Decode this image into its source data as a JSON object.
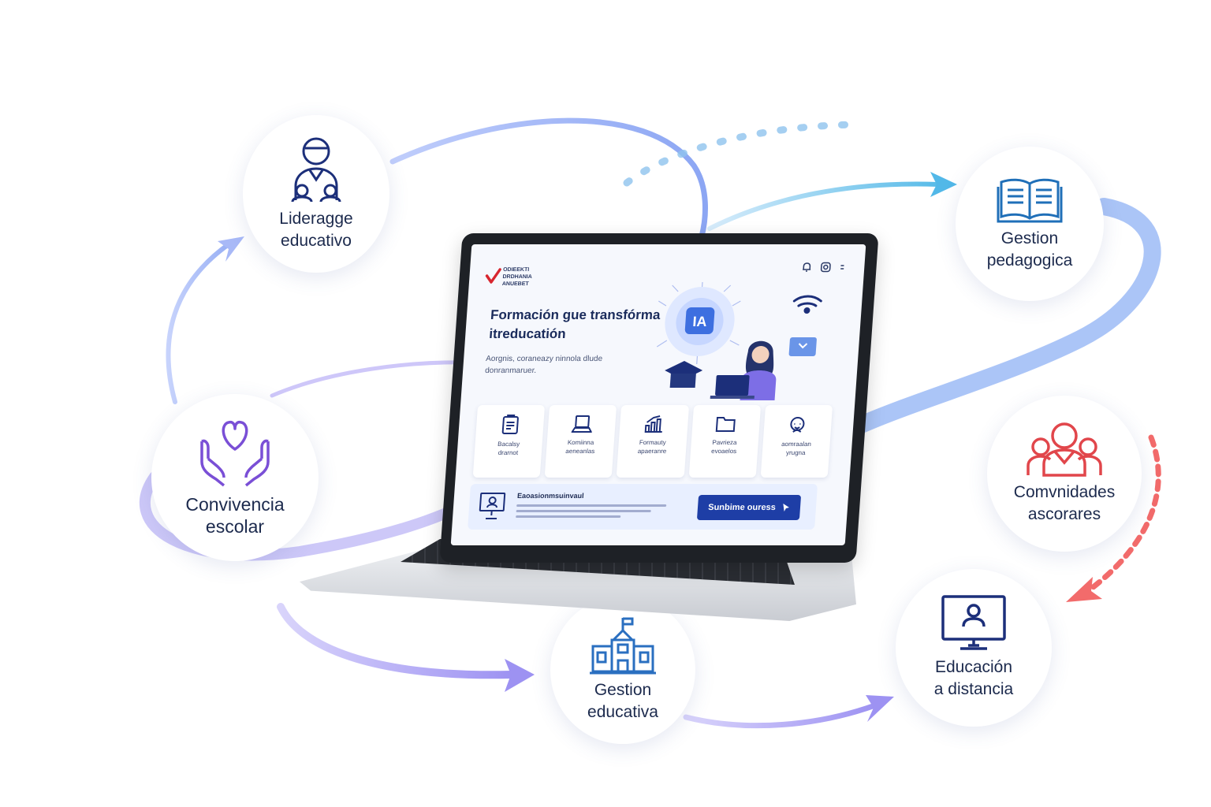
{
  "colors": {
    "navy": "#1c2f7a",
    "purple": "#7a4fd6",
    "red": "#e1464b",
    "arrow_blue": "#6d8ef0",
    "arrow_cyan": "#52b8e8",
    "arrow_lavender": "#a89cf5",
    "arrow_red": "#f26b6b"
  },
  "bubbles": {
    "liderazgo": {
      "label": "Lideragge\neducativo",
      "icon": "teacher-students-icon"
    },
    "gestion_pedagogica": {
      "label": "Gestion\npedagogica",
      "icon": "open-book-icon"
    },
    "convivencia": {
      "label": "Convivencia\nescolar",
      "icon": "heart-hands-icon"
    },
    "comunidades": {
      "label": "Comvnidades\nascorares",
      "icon": "community-icon"
    },
    "gestion_educativa": {
      "label": "Gestion\neducativa",
      "icon": "school-building-icon"
    },
    "distancia": {
      "label": "Educación\na distancia",
      "icon": "monitor-user-icon"
    }
  },
  "screen": {
    "logo_text": "ODIEEKTI\nDRDHANIA\nANUEBET",
    "hero_title": "Formación gue transfórma itreducatión",
    "hero_sub": "Aorgnis, coraneazy ninnola dlude donranmaruer.",
    "ia_badge": "IA",
    "cards": [
      {
        "label": "Bacalsy\ndrarnot",
        "icon": "clipboard-icon"
      },
      {
        "label": "Komiinna\naeneanlas",
        "icon": "laptop-icon"
      },
      {
        "label": "Formauty\napaeranre",
        "icon": "growth-chart-icon"
      },
      {
        "label": "Pavrieza\nevoaelos",
        "icon": "folder-icon"
      },
      {
        "label": "aomraalan\nyrugna",
        "icon": "support-icon"
      }
    ],
    "bottom_title": "Eaoasionmsuinvaul",
    "cta_label": "Sunbime ouress"
  }
}
